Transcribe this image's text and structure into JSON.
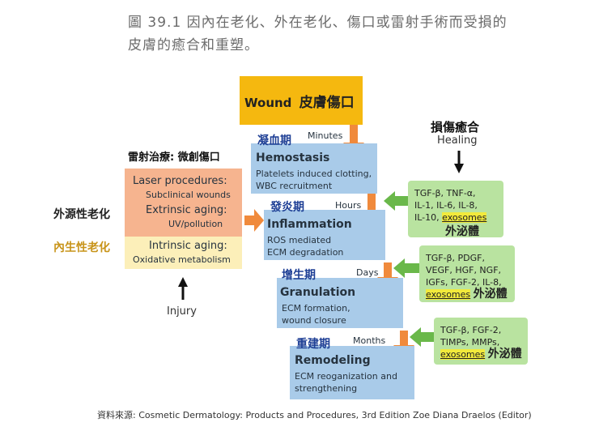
{
  "caption": {
    "line1": "圖 39.1 因內在老化、外在老化、傷口或雷射手術而受損的",
    "line2": "皮膚的癒合和重塑。"
  },
  "wound": {
    "en": "Wound",
    "zh": "皮膚傷口"
  },
  "healing": {
    "zh": "損傷癒合",
    "en": "Healing"
  },
  "laser_title": "雷射治療: 微創傷口",
  "external_aging": "外源性老化",
  "internal_aging": "內生性老化",
  "laser_box": {
    "title": "Laser procedures:",
    "sub": "Subclinical wounds",
    "title2": "Extrinsic aging:",
    "sub2": "UV/pollution"
  },
  "intrinsic_box": {
    "title": "Intrinsic aging:",
    "sub": "Oxidative metabolism"
  },
  "injury": "Injury",
  "stages": [
    {
      "zh": "凝血期",
      "en": "Hemostasis",
      "time": "Minutes",
      "desc1": "Platelets induced clotting,",
      "desc2": "WBC recruitment"
    },
    {
      "zh": "發炎期",
      "en": "Inflammation",
      "time": "Hours",
      "desc1": "ROS mediated",
      "desc2": "ECM degradation"
    },
    {
      "zh": "增生期",
      "en": "Granulation",
      "time": "Days",
      "desc1": "ECM formation,",
      "desc2": "wound closure"
    },
    {
      "zh": "重建期",
      "en": "Remodeling",
      "time": "Months",
      "desc1": "ECM reoganization and",
      "desc2": "strengthening"
    }
  ],
  "factors": [
    {
      "line1": "TGF-β, TNF-α,",
      "line2": "IL-1, IL-6, IL-8,",
      "line3": "IL-10,",
      "exo": "exosomes",
      "zh": "外泌體"
    },
    {
      "line1": "TGF-β, PDGF,",
      "line2": "VEGF, HGF, NGF,",
      "line3": "IGFs, FGF-2, IL-8,",
      "exo": "exosomes",
      "zh": "外泌體"
    },
    {
      "line1": "TGF-β, FGF-2,",
      "line2": "TIMPs, MMPs,",
      "exo": "exosomes",
      "zh": "外泌體"
    }
  ],
  "footer": "資料來源: Cosmetic Dermatology: Products and Procedures, 3rd Edition  Zoe Diana Draelos (Editor)",
  "colors": {
    "wound": "#f5b80f",
    "stage": "#a9cbe9",
    "factor": "#b9e3a0",
    "laser": "#f6b48f",
    "intrinsic": "#fcefb9",
    "orange_arrow": "#f08a3c",
    "green_arrow": "#6ab84a",
    "stage_zh": "#1e3f95",
    "external_label": "#222222",
    "internal_label": "#c8941a",
    "highlight": "#f2ea3c"
  }
}
